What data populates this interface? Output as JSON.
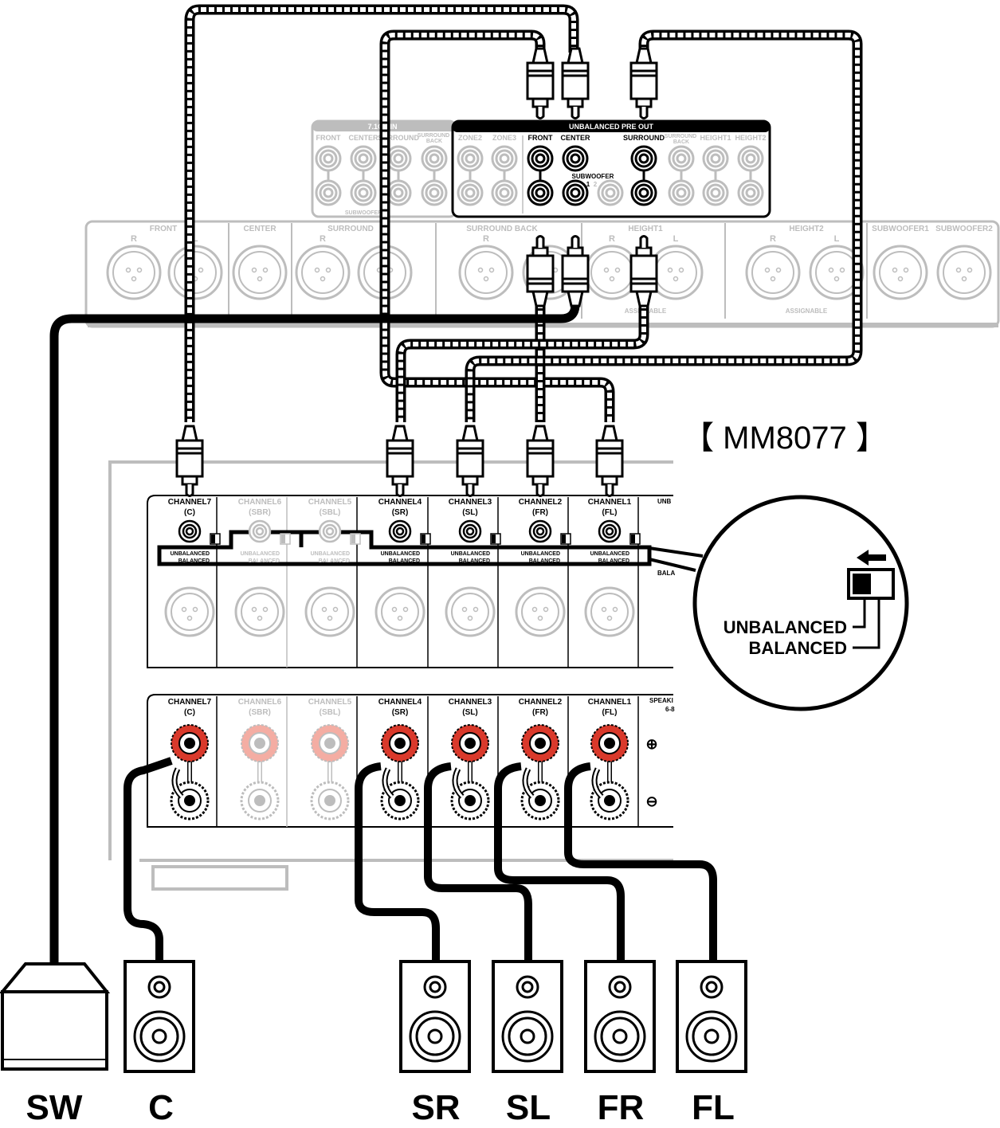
{
  "title": "【 MM8077 】",
  "input_panel": {
    "header": "7.1CH IN",
    "columns": [
      "FRONT",
      "CENTER",
      "SURROUND",
      "SURROUND BACK"
    ],
    "subwoofer": "SUBWOOFER"
  },
  "preout_panel": {
    "header": "UNBALANCED PRE OUT",
    "columns": [
      {
        "label": "ZONE2",
        "active": false
      },
      {
        "label": "ZONE3",
        "active": false
      },
      {
        "label": "FRONT",
        "active": true
      },
      {
        "label": "CENTER",
        "active": true
      },
      {
        "label": "SURROUND",
        "active": true
      },
      {
        "label": "SURROUND BACK",
        "active": false
      },
      {
        "label": "HEIGHT1",
        "active": false
      },
      {
        "label": "HEIGHT2",
        "active": false
      }
    ],
    "subwoofer": "SUBWOOFER",
    "sub_nums": [
      "1",
      "2"
    ]
  },
  "xlr_panel": {
    "columns": [
      "FRONT",
      "CENTER",
      "SURROUND",
      "SURROUND BACK",
      "HEIGHT1",
      "HEIGHT2",
      "SUBWOOFER1",
      "SUBWOOFER2"
    ],
    "r": "R",
    "l": "L",
    "assignable": "ASSIGNABLE"
  },
  "amp": {
    "channels": [
      {
        "name": "CHANNEL7",
        "sub": "(C)",
        "active": true
      },
      {
        "name": "CHANNEL6",
        "sub": "(SBR)",
        "active": false
      },
      {
        "name": "CHANNEL5",
        "sub": "(SBL)",
        "active": false
      },
      {
        "name": "CHANNEL4",
        "sub": "(SR)",
        "active": true
      },
      {
        "name": "CHANNEL3",
        "sub": "(SL)",
        "active": true
      },
      {
        "name": "CHANNEL2",
        "sub": "(FR)",
        "active": true
      },
      {
        "name": "CHANNEL1",
        "sub": "(FL)",
        "active": true
      }
    ],
    "switch_labels": [
      "UNBALANCED",
      "BALANCED"
    ],
    "side_top": "UNB",
    "side_bottom": "BALA",
    "speaker_label": "SPEAKI",
    "speaker_sub": "6-8",
    "plus": "⊕",
    "minus": "⊖"
  },
  "callout": {
    "unbalanced": "UNBALANCED",
    "balanced": "BALANCED"
  },
  "speakers": [
    "SW",
    "C",
    "SR",
    "SL",
    "FR",
    "FL"
  ],
  "colors": {
    "terminal_red": "#d9392b",
    "faded": "#bdbdbd",
    "faded_red": "#f4ada3"
  }
}
